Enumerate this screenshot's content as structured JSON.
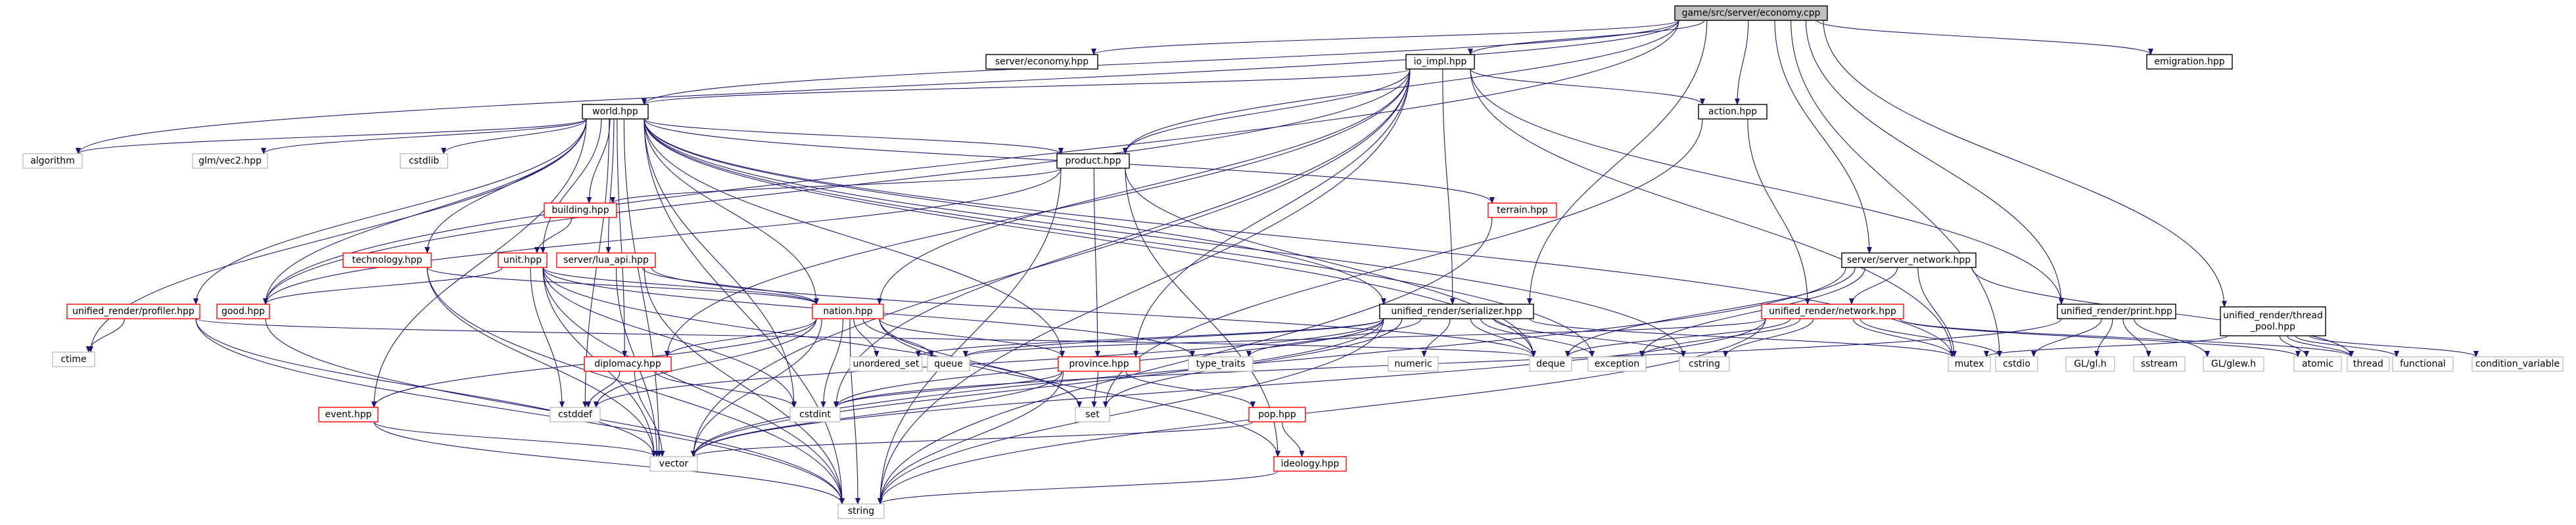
{
  "graph": {
    "nodes": [
      {
        "id": "economy_cpp",
        "label": "game/src/server/economy.cpp",
        "style": "root"
      },
      {
        "id": "server_economy",
        "label": "server/economy.hpp",
        "style": "plain"
      },
      {
        "id": "io_impl",
        "label": "io_impl.hpp",
        "style": "plain"
      },
      {
        "id": "emigration",
        "label": "emigration.hpp",
        "style": "plain"
      },
      {
        "id": "world",
        "label": "world.hpp",
        "style": "plain"
      },
      {
        "id": "action",
        "label": "action.hpp",
        "style": "plain"
      },
      {
        "id": "algorithm",
        "label": "algorithm",
        "style": "system"
      },
      {
        "id": "glm_vec2",
        "label": "glm/vec2.hpp",
        "style": "system"
      },
      {
        "id": "cstdlib",
        "label": "cstdlib",
        "style": "system"
      },
      {
        "id": "product",
        "label": "product.hpp",
        "style": "plain"
      },
      {
        "id": "building",
        "label": "building.hpp",
        "style": "red"
      },
      {
        "id": "terrain",
        "label": "terrain.hpp",
        "style": "red"
      },
      {
        "id": "technology",
        "label": "technology.hpp",
        "style": "red"
      },
      {
        "id": "unit",
        "label": "unit.hpp",
        "style": "red"
      },
      {
        "id": "lua_api",
        "label": "server/lua_api.hpp",
        "style": "red"
      },
      {
        "id": "server_network",
        "label": "server/server_network.hpp",
        "style": "plain"
      },
      {
        "id": "profiler",
        "label": "unified_render/profiler.hpp",
        "style": "red"
      },
      {
        "id": "good",
        "label": "good.hpp",
        "style": "red"
      },
      {
        "id": "nation",
        "label": "nation.hpp",
        "style": "red"
      },
      {
        "id": "serializer",
        "label": "unified_render/serializer.hpp",
        "style": "plain"
      },
      {
        "id": "network",
        "label": "unified_render/network.hpp",
        "style": "red"
      },
      {
        "id": "print",
        "label": "unified_render/print.hpp",
        "style": "plain"
      },
      {
        "id": "thread_pool",
        "label": "unified_render/thread\n_pool.hpp",
        "style": "plain"
      },
      {
        "id": "ctime",
        "label": "ctime",
        "style": "system"
      },
      {
        "id": "diplomacy",
        "label": "diplomacy.hpp",
        "style": "red"
      },
      {
        "id": "unordered_set",
        "label": "unordered_set",
        "style": "system"
      },
      {
        "id": "queue",
        "label": "queue",
        "style": "system"
      },
      {
        "id": "province",
        "label": "province.hpp",
        "style": "red"
      },
      {
        "id": "type_traits",
        "label": "type_traits",
        "style": "system"
      },
      {
        "id": "numeric",
        "label": "numeric",
        "style": "system"
      },
      {
        "id": "deque",
        "label": "deque",
        "style": "system"
      },
      {
        "id": "exception",
        "label": "exception",
        "style": "system"
      },
      {
        "id": "cstring",
        "label": "cstring",
        "style": "system"
      },
      {
        "id": "mutex",
        "label": "mutex",
        "style": "system"
      },
      {
        "id": "cstdio",
        "label": "cstdio",
        "style": "system"
      },
      {
        "id": "gl",
        "label": "GL/gl.h",
        "style": "system"
      },
      {
        "id": "sstream",
        "label": "sstream",
        "style": "system"
      },
      {
        "id": "glew",
        "label": "GL/glew.h",
        "style": "system"
      },
      {
        "id": "atomic",
        "label": "atomic",
        "style": "system"
      },
      {
        "id": "thread",
        "label": "thread",
        "style": "system"
      },
      {
        "id": "functional",
        "label": "functional",
        "style": "system"
      },
      {
        "id": "condvar",
        "label": "condition_variable",
        "style": "system"
      },
      {
        "id": "event",
        "label": "event.hpp",
        "style": "red"
      },
      {
        "id": "cstddef",
        "label": "cstddef",
        "style": "system"
      },
      {
        "id": "cstdint",
        "label": "cstdint",
        "style": "system"
      },
      {
        "id": "set",
        "label": "set",
        "style": "system"
      },
      {
        "id": "pop",
        "label": "pop.hpp",
        "style": "red"
      },
      {
        "id": "vector",
        "label": "vector",
        "style": "system"
      },
      {
        "id": "ideology",
        "label": "ideology.hpp",
        "style": "red"
      },
      {
        "id": "string",
        "label": "string",
        "style": "system"
      }
    ],
    "edges": [
      [
        "economy_cpp",
        "server_economy"
      ],
      [
        "economy_cpp",
        "io_impl"
      ],
      [
        "economy_cpp",
        "emigration"
      ],
      [
        "economy_cpp",
        "world"
      ],
      [
        "economy_cpp",
        "action"
      ],
      [
        "economy_cpp",
        "product"
      ],
      [
        "economy_cpp",
        "good"
      ],
      [
        "economy_cpp",
        "server_network"
      ],
      [
        "economy_cpp",
        "serializer"
      ],
      [
        "economy_cpp",
        "print"
      ],
      [
        "economy_cpp",
        "thread_pool"
      ],
      [
        "economy_cpp",
        "cstdio"
      ],
      [
        "economy_cpp",
        "algorithm"
      ],
      [
        "io_impl",
        "world"
      ],
      [
        "io_impl",
        "action"
      ],
      [
        "io_impl",
        "product"
      ],
      [
        "io_impl",
        "good"
      ],
      [
        "io_impl",
        "nation"
      ],
      [
        "io_impl",
        "diplomacy"
      ],
      [
        "io_impl",
        "serializer"
      ],
      [
        "io_impl",
        "province"
      ],
      [
        "io_impl",
        "print"
      ],
      [
        "io_impl",
        "string"
      ],
      [
        "io_impl",
        "cstdint"
      ],
      [
        "io_impl",
        "mutex"
      ],
      [
        "io_impl",
        "vector"
      ],
      [
        "world",
        "algorithm"
      ],
      [
        "world",
        "glm_vec2"
      ],
      [
        "world",
        "cstdlib"
      ],
      [
        "world",
        "product"
      ],
      [
        "world",
        "building"
      ],
      [
        "world",
        "terrain"
      ],
      [
        "world",
        "technology"
      ],
      [
        "world",
        "unit"
      ],
      [
        "world",
        "lua_api"
      ],
      [
        "world",
        "profiler"
      ],
      [
        "world",
        "good"
      ],
      [
        "world",
        "nation"
      ],
      [
        "world",
        "diplomacy"
      ],
      [
        "world",
        "province"
      ],
      [
        "world",
        "event"
      ],
      [
        "world",
        "ctime"
      ],
      [
        "world",
        "string"
      ],
      [
        "world",
        "cstddef"
      ],
      [
        "world",
        "cstdint"
      ],
      [
        "world",
        "serializer"
      ],
      [
        "world",
        "mutex"
      ],
      [
        "world",
        "cstring"
      ],
      [
        "world",
        "exception"
      ],
      [
        "world",
        "deque"
      ],
      [
        "world",
        "vector"
      ],
      [
        "action",
        "network"
      ],
      [
        "action",
        "set"
      ],
      [
        "product",
        "building"
      ],
      [
        "product",
        "good"
      ],
      [
        "product",
        "province"
      ],
      [
        "product",
        "ideology"
      ],
      [
        "product",
        "string"
      ],
      [
        "product",
        "deque"
      ],
      [
        "terrain",
        "string"
      ],
      [
        "building",
        "unit"
      ],
      [
        "technology",
        "nation"
      ],
      [
        "technology",
        "vector"
      ],
      [
        "technology",
        "string"
      ],
      [
        "unit",
        "good"
      ],
      [
        "unit",
        "nation"
      ],
      [
        "unit",
        "cstdint"
      ],
      [
        "unit",
        "vector"
      ],
      [
        "unit",
        "string"
      ],
      [
        "unit",
        "cstddef"
      ],
      [
        "unit",
        "type_traits"
      ],
      [
        "unit",
        "set"
      ],
      [
        "lua_api",
        "nation"
      ],
      [
        "lua_api",
        "string"
      ],
      [
        "lua_api",
        "vector"
      ],
      [
        "lua_api",
        "deque"
      ],
      [
        "server_network",
        "network"
      ],
      [
        "server_network",
        "mutex"
      ],
      [
        "server_network",
        "deque"
      ],
      [
        "server_network",
        "vector"
      ],
      [
        "server_network",
        "thread"
      ],
      [
        "server_network",
        "exception"
      ],
      [
        "profiler",
        "ctime"
      ],
      [
        "profiler",
        "string"
      ],
      [
        "profiler",
        "vector"
      ],
      [
        "profiler",
        "deque"
      ],
      [
        "good",
        "string"
      ],
      [
        "nation",
        "diplomacy"
      ],
      [
        "nation",
        "province"
      ],
      [
        "nation",
        "unordered_set"
      ],
      [
        "nation",
        "queue"
      ],
      [
        "nation",
        "cstdint"
      ],
      [
        "nation",
        "set"
      ],
      [
        "nation",
        "vector"
      ],
      [
        "nation",
        "string"
      ],
      [
        "nation",
        "ideology"
      ],
      [
        "nation",
        "event"
      ],
      [
        "nation",
        "cstddef"
      ],
      [
        "serializer",
        "queue"
      ],
      [
        "serializer",
        "type_traits"
      ],
      [
        "serializer",
        "numeric"
      ],
      [
        "serializer",
        "deque"
      ],
      [
        "serializer",
        "exception"
      ],
      [
        "serializer",
        "cstring"
      ],
      [
        "serializer",
        "cstdint"
      ],
      [
        "serializer",
        "set"
      ],
      [
        "serializer",
        "vector"
      ],
      [
        "serializer",
        "string"
      ],
      [
        "serializer",
        "unordered_set"
      ],
      [
        "serializer",
        "cstddef"
      ],
      [
        "serializer",
        "mutex"
      ],
      [
        "network",
        "exception"
      ],
      [
        "network",
        "cstring"
      ],
      [
        "network",
        "mutex"
      ],
      [
        "network",
        "cstdio"
      ],
      [
        "network",
        "atomic"
      ],
      [
        "network",
        "thread"
      ],
      [
        "network",
        "vector"
      ],
      [
        "network",
        "string"
      ],
      [
        "network",
        "queue"
      ],
      [
        "network",
        "deque"
      ],
      [
        "print",
        "cstdio"
      ],
      [
        "print",
        "gl"
      ],
      [
        "print",
        "sstream"
      ],
      [
        "print",
        "glew"
      ],
      [
        "print",
        "cstdint"
      ],
      [
        "thread_pool",
        "functional"
      ],
      [
        "thread_pool",
        "condvar"
      ],
      [
        "thread_pool",
        "thread"
      ],
      [
        "thread_pool",
        "atomic"
      ],
      [
        "thread_pool",
        "mutex"
      ],
      [
        "diplomacy",
        "cstddef"
      ],
      [
        "diplomacy",
        "cstdint"
      ],
      [
        "diplomacy",
        "vector"
      ],
      [
        "province",
        "cstdint"
      ],
      [
        "province",
        "set"
      ],
      [
        "province",
        "pop"
      ],
      [
        "province",
        "vector"
      ],
      [
        "province",
        "string"
      ],
      [
        "event",
        "vector"
      ],
      [
        "event",
        "string"
      ],
      [
        "pop",
        "vector"
      ],
      [
        "pop",
        "ideology"
      ],
      [
        "ideology",
        "string"
      ]
    ]
  },
  "colors": {
    "root_fill": "#bfbfbf",
    "plain_border": "#000000",
    "red_border": "#ff0000",
    "system_border": "#bfbfbf",
    "label": "#000000",
    "edge": "#191970"
  }
}
